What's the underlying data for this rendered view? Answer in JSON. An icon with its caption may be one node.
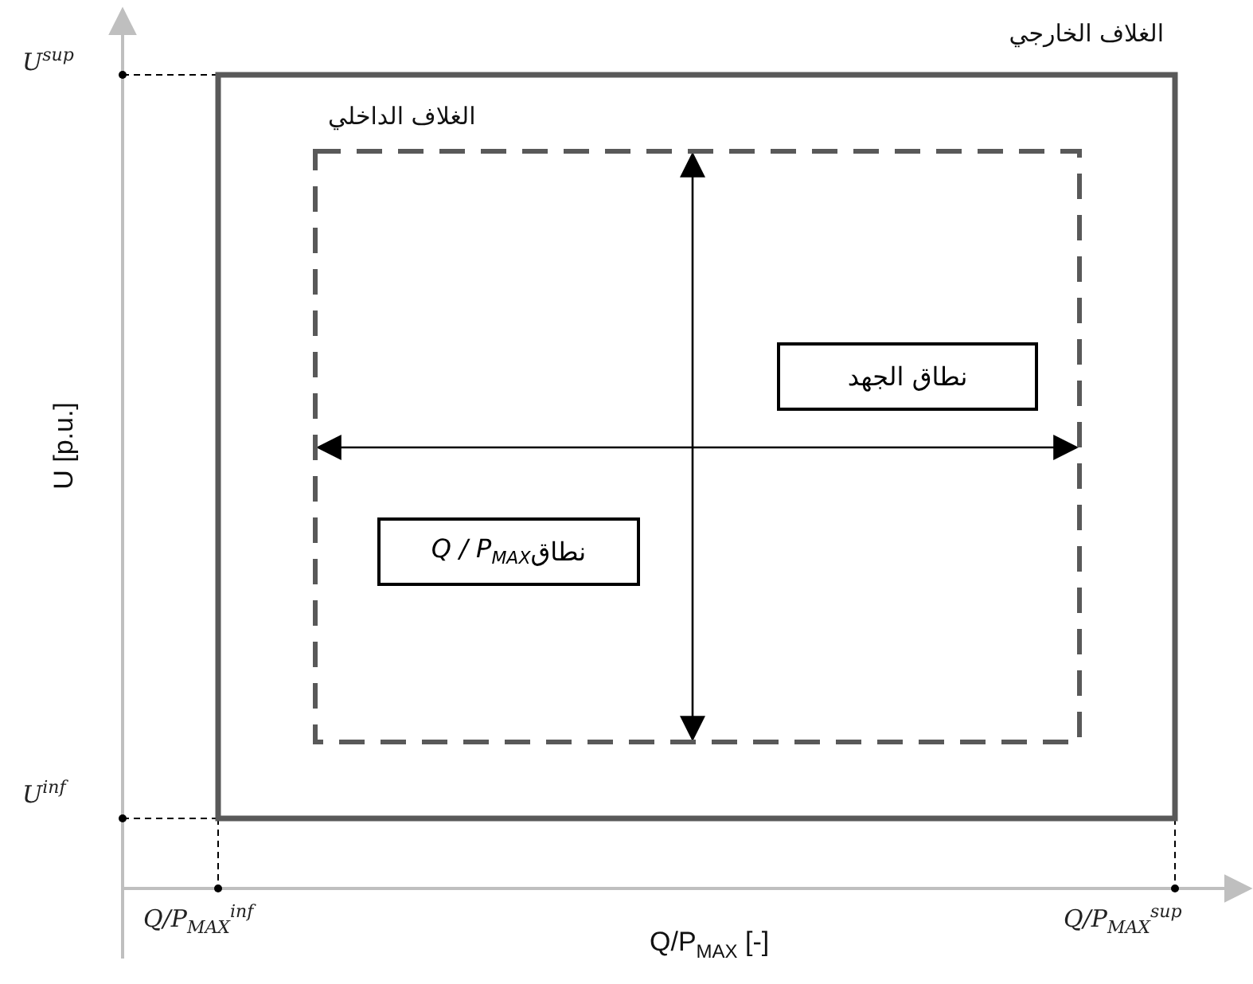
{
  "diagram": {
    "nodes": [
      {
        "text": [
          "الغلاف الخارجي"
        ]
      },
      {
        "text": [
          "الغلاف الداخلي"
        ],
        "in": 0
      },
      {
        "text": [
          "نطاق الجهد"
        ],
        "in": 1
      },
      {
        "text": [
          "نطاق *Q / P*$_{MAX}$"
        ],
        "in": 1
      }
    ],
    "edges": [],
    "labels": [
      "U$^{sup}$",
      "U [p.u.]",
      "U$^{inf}$",
      "Q/P$_{MAX}$$^{inf}$",
      "Q/P$_{MAX}$ [-]",
      "Q/P$_{MAX}$$^{sup}$"
    ]
  }
}
